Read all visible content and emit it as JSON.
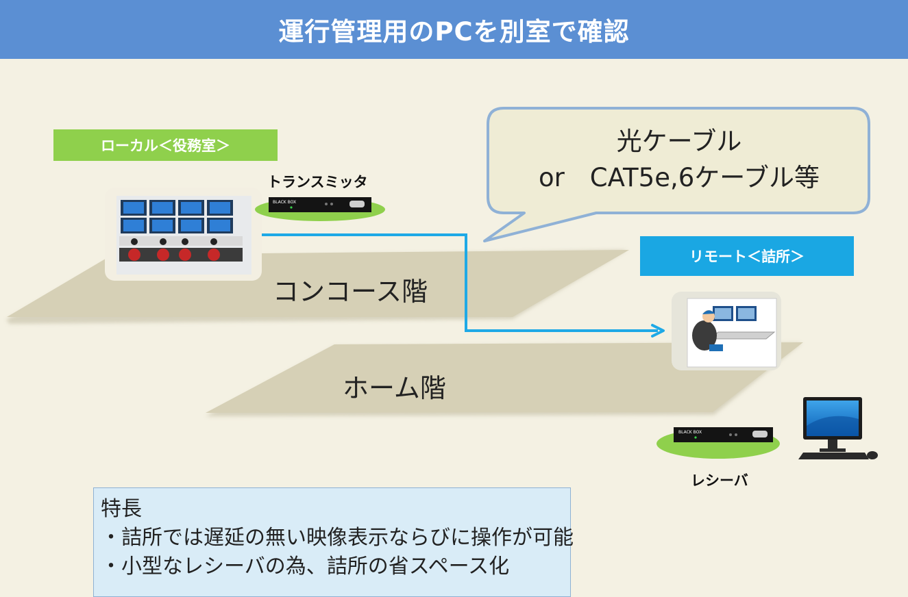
{
  "header": {
    "title": "運行管理用のPCを別室で確認"
  },
  "local": {
    "label": "ローカル＜役務室＞"
  },
  "remote": {
    "label": "リモート＜詰所＞"
  },
  "transmitter": {
    "caption": "トランスミッタ",
    "brand": "BLACK BOX"
  },
  "receiver": {
    "caption": "レシーバ",
    "brand": "BLACK BOX"
  },
  "floors": {
    "concourse": "コンコース階",
    "home": "ホーム階"
  },
  "cable_bubble": {
    "line1": "光ケーブル",
    "line2": "or　CAT5e,6ケーブル等"
  },
  "features": {
    "heading": "特長",
    "items": [
      "・詰所では遅延の無い映像表示ならびに操作が可能",
      "・小型なレシーバの為、詰所の省スペース化"
    ]
  },
  "colors": {
    "header": "#5b8fd3",
    "local_label": "#8fd04c",
    "remote_label": "#1aa7e3",
    "cable": "#1ea9e6",
    "floor": "#d6d0b6",
    "bubble": "#efecd5",
    "features_bg": "#d9ecf7"
  }
}
